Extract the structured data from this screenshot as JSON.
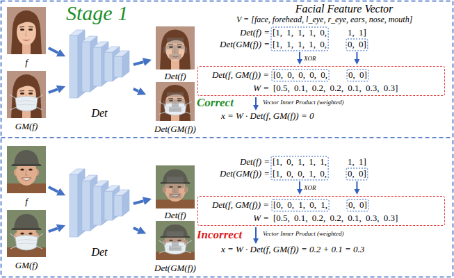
{
  "diagram": {
    "nodes": [
      {
        "text": [
          "f"
        ]
      },
      {
        "text": [
          "GM(f)"
        ]
      },
      {
        "text": [
          "Det"
        ]
      },
      {
        "text": [
          "Det(f)"
        ]
      },
      {
        "text": [
          "Det(GM(f))"
        ]
      },
      {
        "text": [
          "Det(f, GM(f)) =",
          "[0, 0, 0, 0, 0,",
          "0, 0]",
          "W =",
          "[0.5, 0.1, 0.2, 0.2, 0.1, 0.3, 0.3]"
        ]
      },
      {
        "text": [
          "f"
        ]
      },
      {
        "text": [
          "GM(f)"
        ]
      },
      {
        "text": [
          "Det"
        ]
      },
      {
        "text": [
          "Det(f)"
        ]
      },
      {
        "text": [
          "Det(GM(f))"
        ]
      },
      {
        "text": [
          "Det(f, GM(f)) =",
          "[0, 0, 1, 0, 1,",
          "0, 0]",
          "W =",
          "[0.5, 0.1, 0.2, 0.2, 0.1, 0.3, 0.3]"
        ]
      }
    ],
    "edges": [
      {
        "from": 0,
        "to": 2,
        "arrow": "to"
      },
      {
        "from": 1,
        "to": 2,
        "arrow": "to"
      },
      {
        "from": 2,
        "to": 3,
        "arrow": "to"
      },
      {
        "from": 2,
        "to": 4,
        "arrow": "to"
      },
      {
        "from": 6,
        "to": 8,
        "arrow": "to"
      },
      {
        "from": 7,
        "to": 8,
        "arrow": "to"
      },
      {
        "from": 8,
        "to": 9,
        "arrow": "to"
      },
      {
        "from": 8,
        "to": 10,
        "arrow": "to"
      }
    ],
    "labels": [
      "Stage 1",
      "Facial Feature Vector",
      "V = [face, forehead, l_eye, r_eye, ears, nose, mouth]",
      "Det(f) =",
      "[1, 1, 1, 1, 0,",
      "1, 1]",
      "Det(GM(f)) =",
      "[1, 1, 1, 1, 0,",
      "0, 0]",
      "XOR",
      "Correct",
      "Vector Inner Product (weighted)",
      "x = W · Det(f, GM(f)) = 0",
      "Det(f) =",
      "[1, 0, 1, 1, 1,",
      "1, 1]",
      "Det(GM(f)) =",
      "[1, 0, 0, 1, 0,",
      "0, 0]",
      "XOR",
      "Incorrect",
      "Vector Inner Product (weighted)",
      "x = W · Det(f, GM(f)) = 0.2 + 0.1 = 0.3"
    ]
  }
}
